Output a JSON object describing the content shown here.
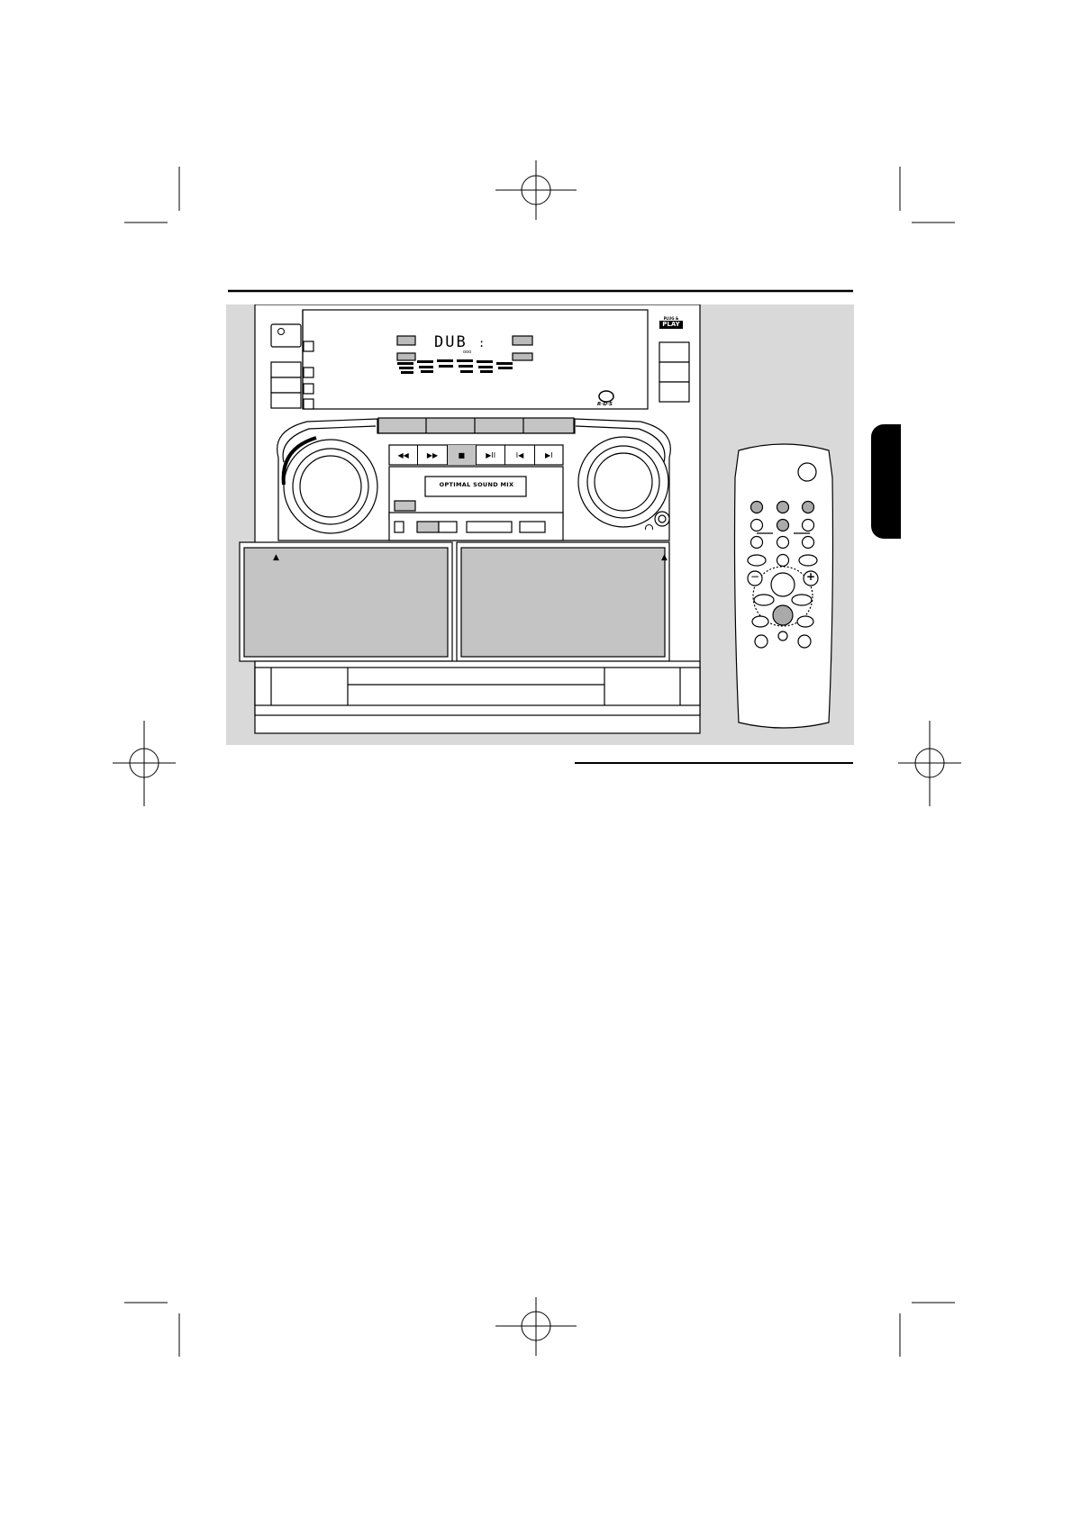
{
  "system": {
    "display_text": "DUB",
    "display_colon": ":",
    "display_sub": "ooo",
    "deck_strip_label": "OPTIMAL SOUND MIX",
    "plug_play_top": "PLUG &",
    "plug_play_bottom": "PLAY",
    "rds_label": "R·D·S",
    "transport_buttons": [
      {
        "icon": "rewind-icon",
        "glyph": "◀◀"
      },
      {
        "icon": "fast-forward-icon",
        "glyph": "▶▶"
      },
      {
        "icon": "stop-icon",
        "glyph": "■"
      },
      {
        "icon": "play-pause-icon",
        "glyph": "▶II"
      },
      {
        "icon": "previous-icon",
        "glyph": "I◀"
      },
      {
        "icon": "next-icon",
        "glyph": "▶I"
      }
    ],
    "eject_left": "▲",
    "eject_right": "▲",
    "headphone_icon": "headphone-icon"
  },
  "remote": {
    "minus_glyph": "−",
    "plus_glyph": "+"
  },
  "colors": {
    "panel_gray": "#d9d9d9",
    "deck_gray": "#c4c4c4",
    "tab_black": "#000000"
  }
}
